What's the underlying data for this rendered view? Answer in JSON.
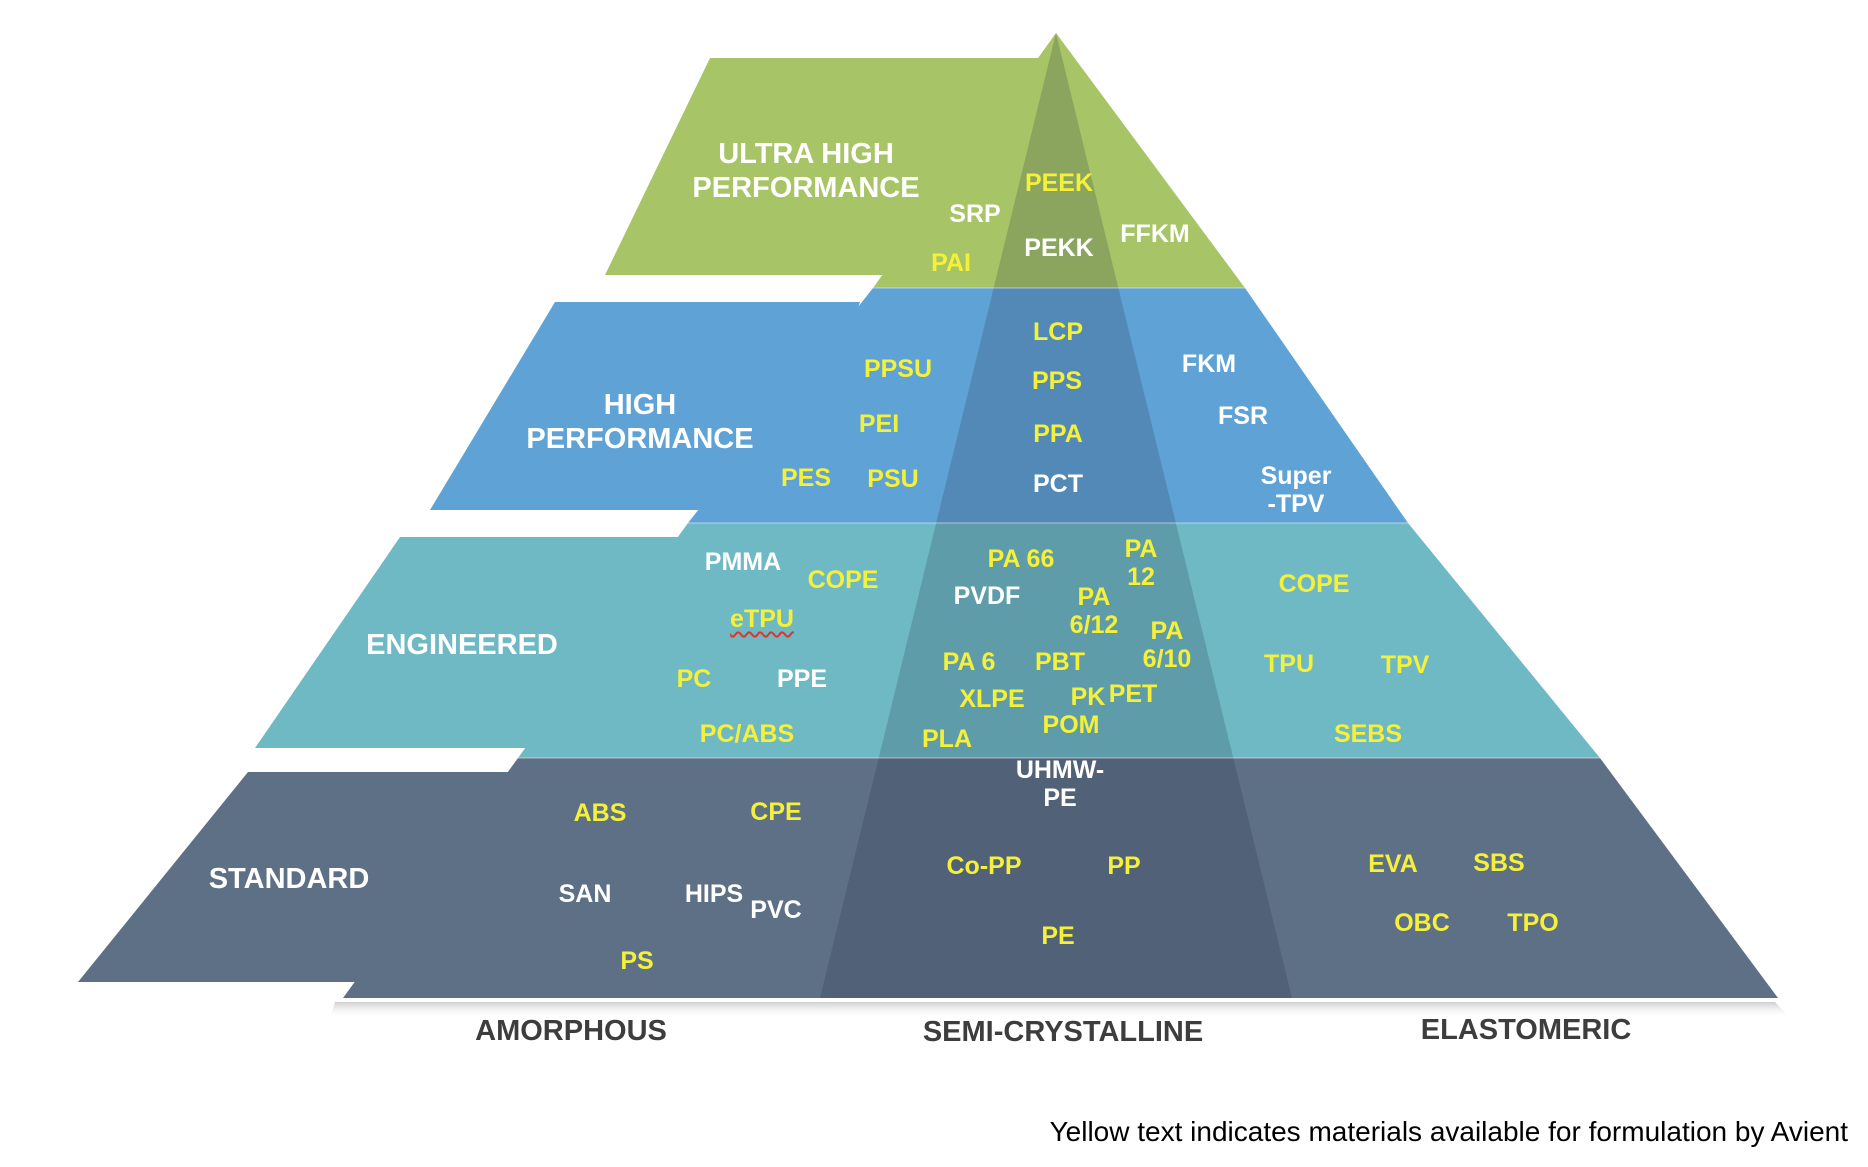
{
  "colors": {
    "ultra_high_performance": "#a7c467",
    "high_performance": "#5fa2d6",
    "engineered": "#6fb9c5",
    "standard": "#5e7086",
    "white_label": "#ffffff",
    "yellow_label": "#f5f03a",
    "column_label": "#3d3d3d"
  },
  "tiers": {
    "ultra_high_performance": "ULTRA HIGH\nPERFORMANCE",
    "high_performance": "HIGH\nPERFORMANCE",
    "engineered": "ENGINEERED",
    "standard": "STANDARD"
  },
  "columns": {
    "amorphous": "AMORPHOUS",
    "semi_crystalline": "SEMI-CRYSTALLINE",
    "elastomeric": "ELASTOMERIC"
  },
  "materials": {
    "ultra": {
      "srp": {
        "text": "SRP",
        "yellow": false
      },
      "pai": {
        "text": "PAI",
        "yellow": true
      },
      "peek": {
        "text": "PEEK",
        "yellow": true
      },
      "pekk": {
        "text": "PEKK",
        "yellow": false
      },
      "ffkm": {
        "text": "FFKM",
        "yellow": false
      }
    },
    "high": {
      "ppsu": {
        "text": "PPSU",
        "yellow": true
      },
      "pei": {
        "text": "PEI",
        "yellow": true
      },
      "pes": {
        "text": "PES",
        "yellow": true
      },
      "psu": {
        "text": "PSU",
        "yellow": true
      },
      "lcp": {
        "text": "LCP",
        "yellow": true
      },
      "pps": {
        "text": "PPS",
        "yellow": true
      },
      "ppa": {
        "text": "PPA",
        "yellow": true
      },
      "pct": {
        "text": "PCT",
        "yellow": false
      },
      "fkm": {
        "text": "FKM",
        "yellow": false
      },
      "fsr": {
        "text": "FSR",
        "yellow": false
      },
      "super_tpv": {
        "text": "Super\n-TPV",
        "yellow": false
      }
    },
    "engineered": {
      "pmma": {
        "text": "PMMA",
        "yellow": false
      },
      "cope_amorphous": {
        "text": "COPE",
        "yellow": true
      },
      "etpu": {
        "text": "eTPU",
        "yellow": true
      },
      "pc": {
        "text": "PC",
        "yellow": true
      },
      "ppe": {
        "text": "PPE",
        "yellow": false
      },
      "pc_abs": {
        "text": "PC/ABS",
        "yellow": true
      },
      "pa66": {
        "text": "PA 66",
        "yellow": true
      },
      "pa12": {
        "text": "PA\n12",
        "yellow": true
      },
      "pvdf": {
        "text": "PVDF",
        "yellow": false
      },
      "pa612": {
        "text": "PA\n6/12",
        "yellow": true
      },
      "pa610": {
        "text": "PA\n6/10",
        "yellow": true
      },
      "pa6": {
        "text": "PA 6",
        "yellow": true
      },
      "pbt": {
        "text": "PBT",
        "yellow": true
      },
      "xlpe": {
        "text": "XLPE",
        "yellow": true
      },
      "pk": {
        "text": "PK",
        "yellow": true
      },
      "pet": {
        "text": "PET",
        "yellow": true
      },
      "pom": {
        "text": "POM",
        "yellow": true
      },
      "pla": {
        "text": "PLA",
        "yellow": true
      },
      "cope_elastomeric": {
        "text": "COPE",
        "yellow": true
      },
      "tpu": {
        "text": "TPU",
        "yellow": true
      },
      "tpv": {
        "text": "TPV",
        "yellow": true
      },
      "sebs": {
        "text": "SEBS",
        "yellow": true
      }
    },
    "standard": {
      "uhmw_pe": {
        "text": "UHMW-\nPE",
        "yellow": false
      },
      "abs": {
        "text": "ABS",
        "yellow": true
      },
      "cpe": {
        "text": "CPE",
        "yellow": true
      },
      "san": {
        "text": "SAN",
        "yellow": false
      },
      "hips": {
        "text": "HIPS",
        "yellow": false
      },
      "pvc": {
        "text": "PVC",
        "yellow": false
      },
      "ps": {
        "text": "PS",
        "yellow": true
      },
      "co_pp": {
        "text": "Co-PP",
        "yellow": true
      },
      "pp": {
        "text": "PP",
        "yellow": true
      },
      "pe": {
        "text": "PE",
        "yellow": true
      },
      "eva": {
        "text": "EVA",
        "yellow": true
      },
      "sbs": {
        "text": "SBS",
        "yellow": true
      },
      "obc": {
        "text": "OBC",
        "yellow": true
      },
      "tpo": {
        "text": "TPO",
        "yellow": true
      }
    }
  },
  "note": "Yellow text indicates materials available for formulation by Avient"
}
